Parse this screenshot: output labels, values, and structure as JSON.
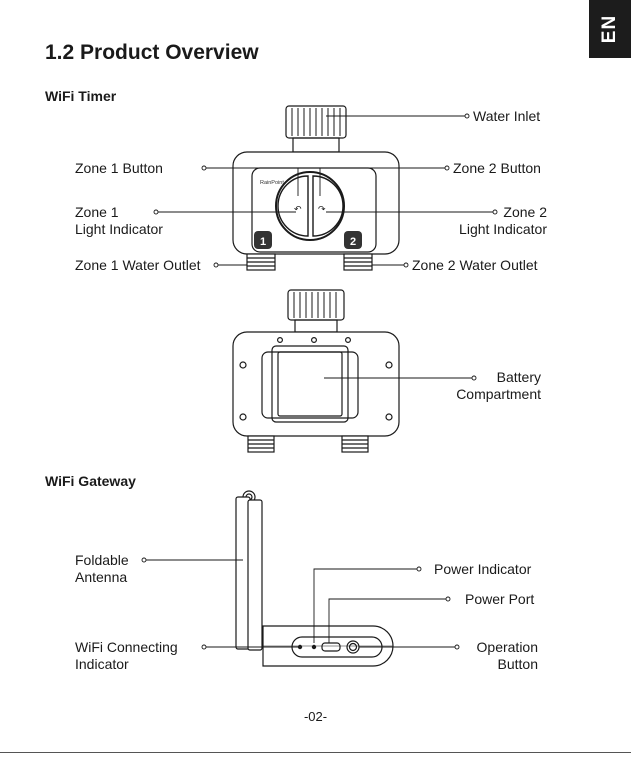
{
  "lang_tab": "EN",
  "section_title": "1.2 Product Overview",
  "timer": {
    "heading": "WiFi Timer",
    "labels": {
      "water_inlet": "Water Inlet",
      "zone1_button": "Zone 1 Button",
      "zone2_button": "Zone 2 Button",
      "zone1_light_l1": "Zone 1",
      "zone1_light_l2": "Light Indicator",
      "zone2_light_l1": "Zone 2",
      "zone2_light_l2": "Light Indicator",
      "zone1_outlet": "Zone 1 Water Outlet",
      "zone2_outlet": "Zone 2 Water Outlet",
      "battery_l1": "Battery",
      "battery_l2": "Compartment"
    },
    "brand": "RainPoint",
    "badge1": "1",
    "badge2": "2"
  },
  "gateway": {
    "heading": "WiFi Gateway",
    "labels": {
      "antenna_l1": "Foldable",
      "antenna_l2": "Antenna",
      "power_indicator": "Power Indicator",
      "power_port": "Power Port",
      "wifi_l1": "WiFi Connecting",
      "wifi_l2": "Indicator",
      "operation_l1": "Operation",
      "operation_l2": "Button"
    }
  },
  "page_number": "-02-"
}
